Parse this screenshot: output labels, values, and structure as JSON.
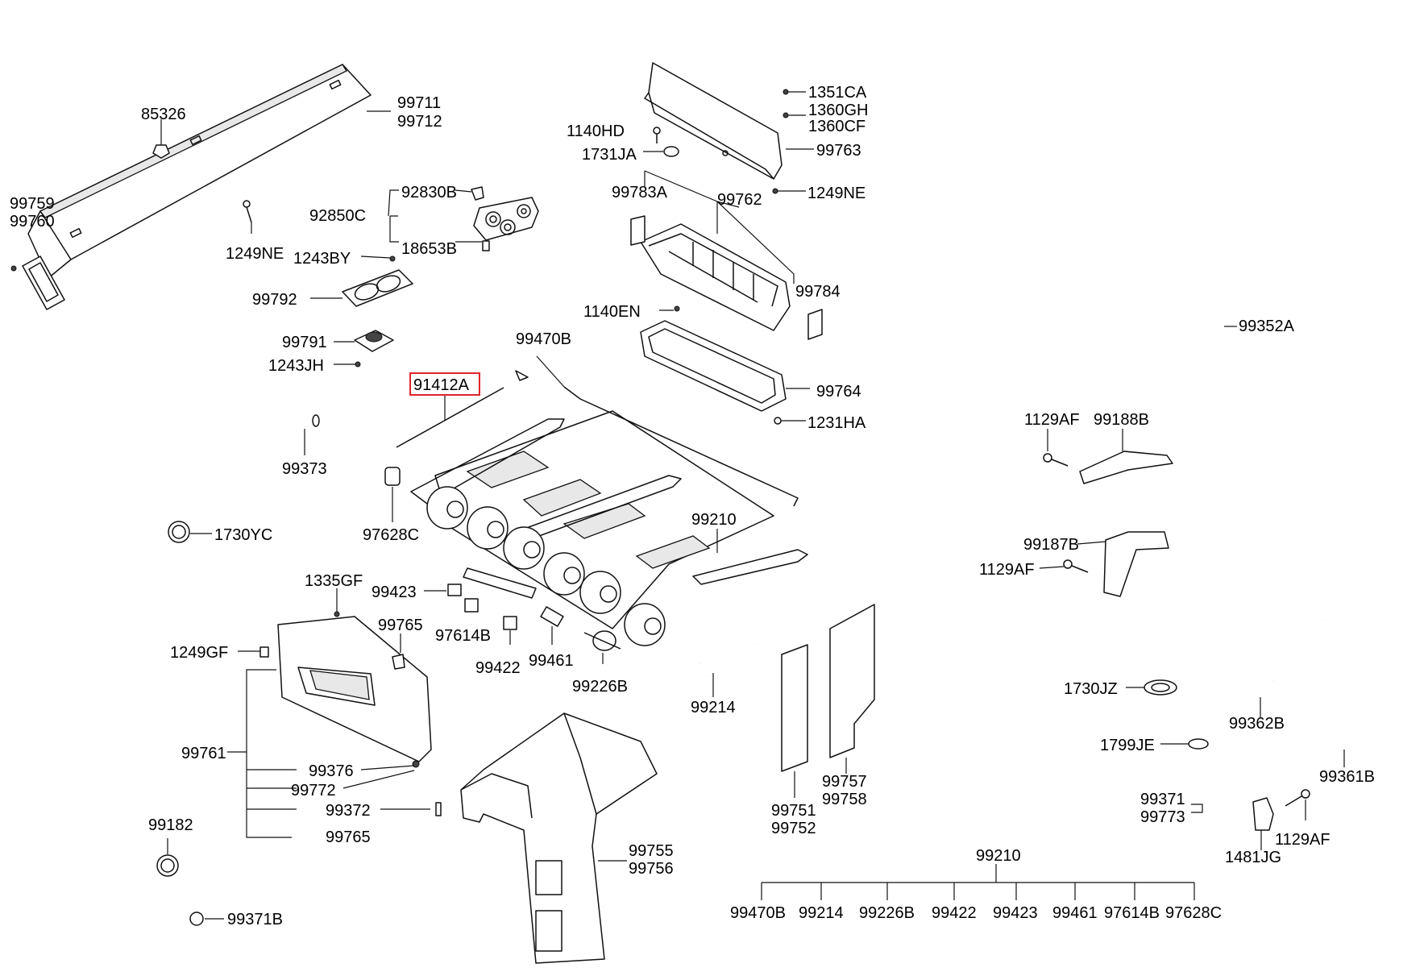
{
  "labels": {
    "p85326": "85326",
    "p99711": "99711",
    "p99712": "99712",
    "p99759": "99759",
    "p99760": "99760",
    "p1249ne_a": "1249NE",
    "p92830b": "92830B",
    "p92850c": "92850C",
    "p18653b": "18653B",
    "p1243by": "1243BY",
    "p99792": "99792",
    "p99791": "99791",
    "p1243jh": "1243JH",
    "p91412a": "91412A",
    "p99470b": "99470B",
    "p99373": "99373",
    "p97628c": "97628C",
    "p1730yc": "1730YC",
    "p99210": "99210",
    "p1335gf": "1335GF",
    "p99423": "99423",
    "p97614b": "97614B",
    "p99765_a": "99765",
    "p99422": "99422",
    "p99461": "99461",
    "p99226b": "99226B",
    "p1249gf": "1249GF",
    "p99214": "99214",
    "p99761": "99761",
    "p99376": "99376",
    "p99772": "99772",
    "p99372": "99372",
    "p99765_b": "99765",
    "p99182": "99182",
    "p99371b": "99371B",
    "p99755": "99755",
    "p99756": "99756",
    "p99751": "99751",
    "p99752": "99752",
    "p99757": "99757",
    "p99758": "99758",
    "p1351ca": "1351CA",
    "p1360gh": "1360GH",
    "p1360cf": "1360CF",
    "p1140hd": "1140HD",
    "p1731ja": "1731JA",
    "p99763": "99763",
    "p99783a": "99783A",
    "p99762": "99762",
    "p1249ne_b": "1249NE",
    "p99784": "99784",
    "p1140en": "1140EN",
    "p99764": "99764",
    "p1231ha": "1231HA",
    "p99352a": "99352A",
    "p1129af_a": "1129AF",
    "p99188b": "99188B",
    "p99187b": "99187B",
    "p1129af_b": "1129AF",
    "p1730jz": "1730JZ",
    "p99362b": "99362B",
    "p1799je": "1799JE",
    "p99361b": "99361B",
    "p99371": "99371",
    "p99773": "99773",
    "p1481jg": "1481JG",
    "p1129af_c": "1129AF"
  },
  "assembly": {
    "parent": "99210",
    "children": [
      "99470B",
      "99214",
      "99226B",
      "99422",
      "99423",
      "99461",
      "97614B",
      "97628C"
    ]
  },
  "highlight": {
    "part": "91412A",
    "color": "#e0242b"
  }
}
